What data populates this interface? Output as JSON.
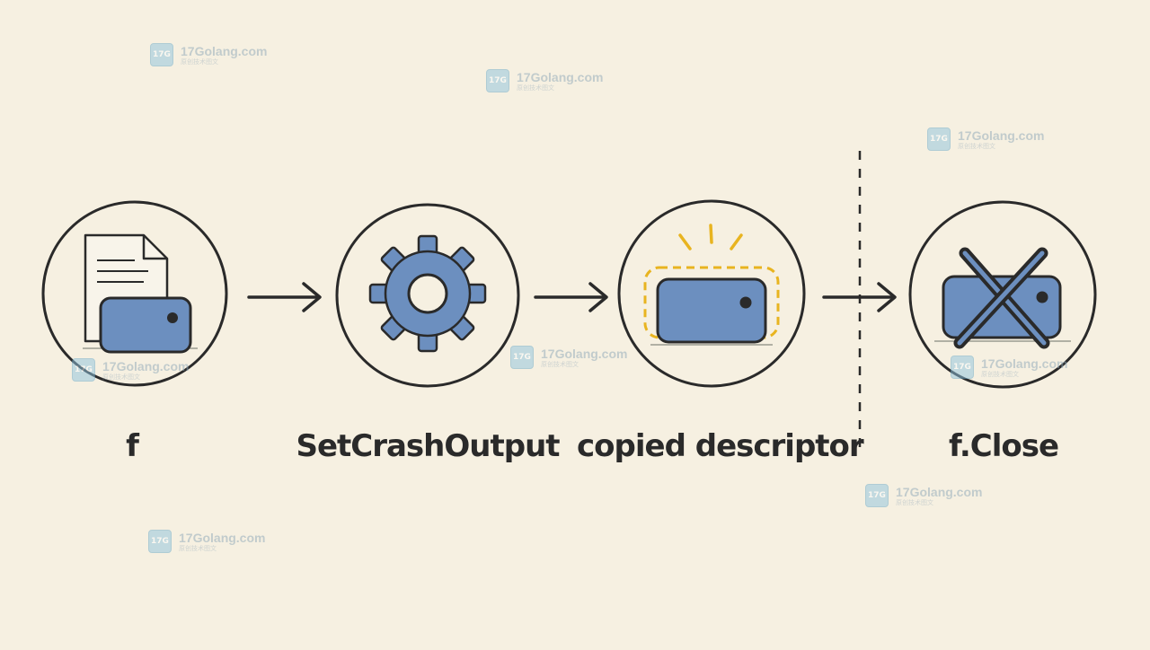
{
  "steps": [
    {
      "label": "f",
      "icon": "file-descriptor-icon"
    },
    {
      "label": "SetCrashOutput",
      "icon": "gear-icon"
    },
    {
      "label": "copied descriptor",
      "icon": "highlighted-descriptor-icon"
    },
    {
      "label": "f.Close",
      "icon": "crossed-out-descriptor-icon"
    }
  ],
  "watermark": {
    "site": "17Golang.com",
    "sub": "原创技术图文",
    "logo": "17G"
  },
  "colors": {
    "background": "#f6f0e1",
    "stroke": "#2a2a2a",
    "descriptor_fill": "#6c8fbf",
    "gear_fill": "#6c8fbf",
    "highlight": "#e8b420"
  }
}
